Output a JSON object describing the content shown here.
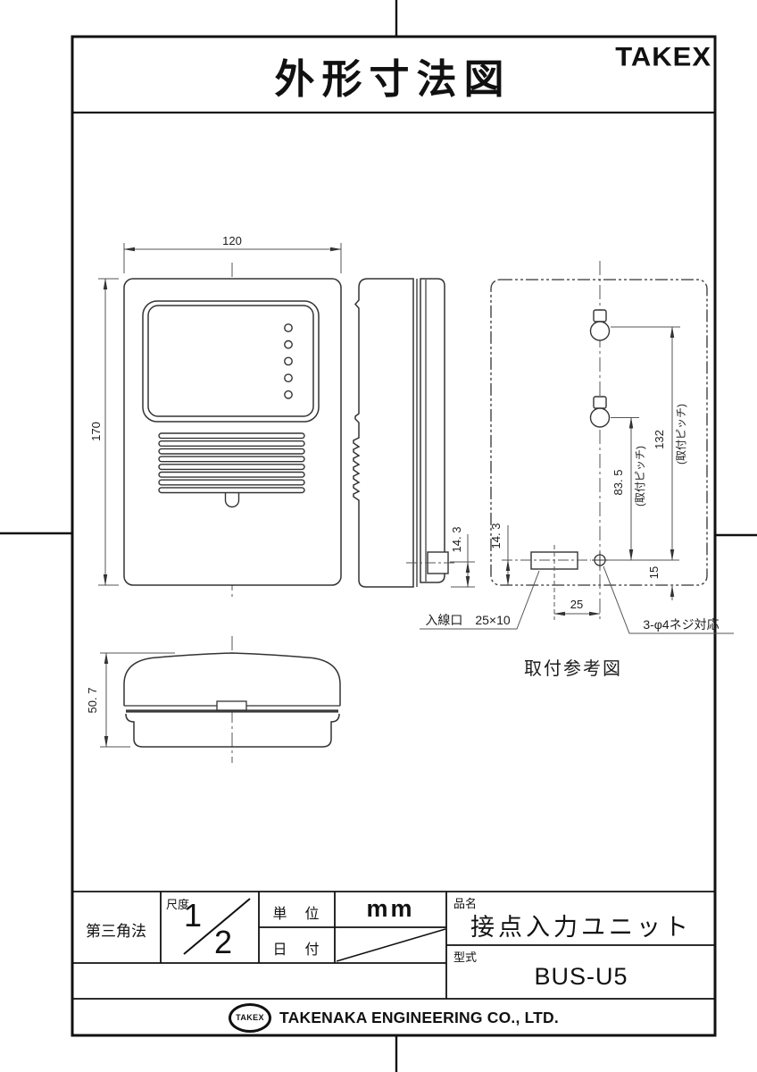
{
  "header": {
    "title": "外形寸法図",
    "brand": "TAKEX"
  },
  "views": {
    "front": {
      "dim_width": "120",
      "dim_height": "170"
    },
    "side": {
      "dim_cable": "14. 3"
    },
    "bottom": {
      "dim_depth": "50. 7"
    },
    "mount": {
      "caption": "取付参考図",
      "dim_cable": "14. 3",
      "dim_pitch_long": "132",
      "dim_pitch_short": "83. 5",
      "pitch_note": "(取付ピッチ)",
      "dim_edge": "15",
      "dim_offset": "25",
      "label_inlet": "入線口　25×10",
      "label_screw": "3-φ4ネジ対応"
    }
  },
  "titleblock": {
    "projection": "第三角法",
    "scale_label": "尺度",
    "scale_num": "1",
    "scale_den": "2",
    "unit_label": "単　位",
    "unit_value": "mm",
    "date_label": "日　付",
    "name_label": "品名",
    "name_value": "接点入力ユニット",
    "model_label": "型式",
    "model_value": "BUS-U5"
  },
  "footer": {
    "logo_text": "TAKEX",
    "company": "TAKENAKA ENGINEERING CO., LTD."
  }
}
